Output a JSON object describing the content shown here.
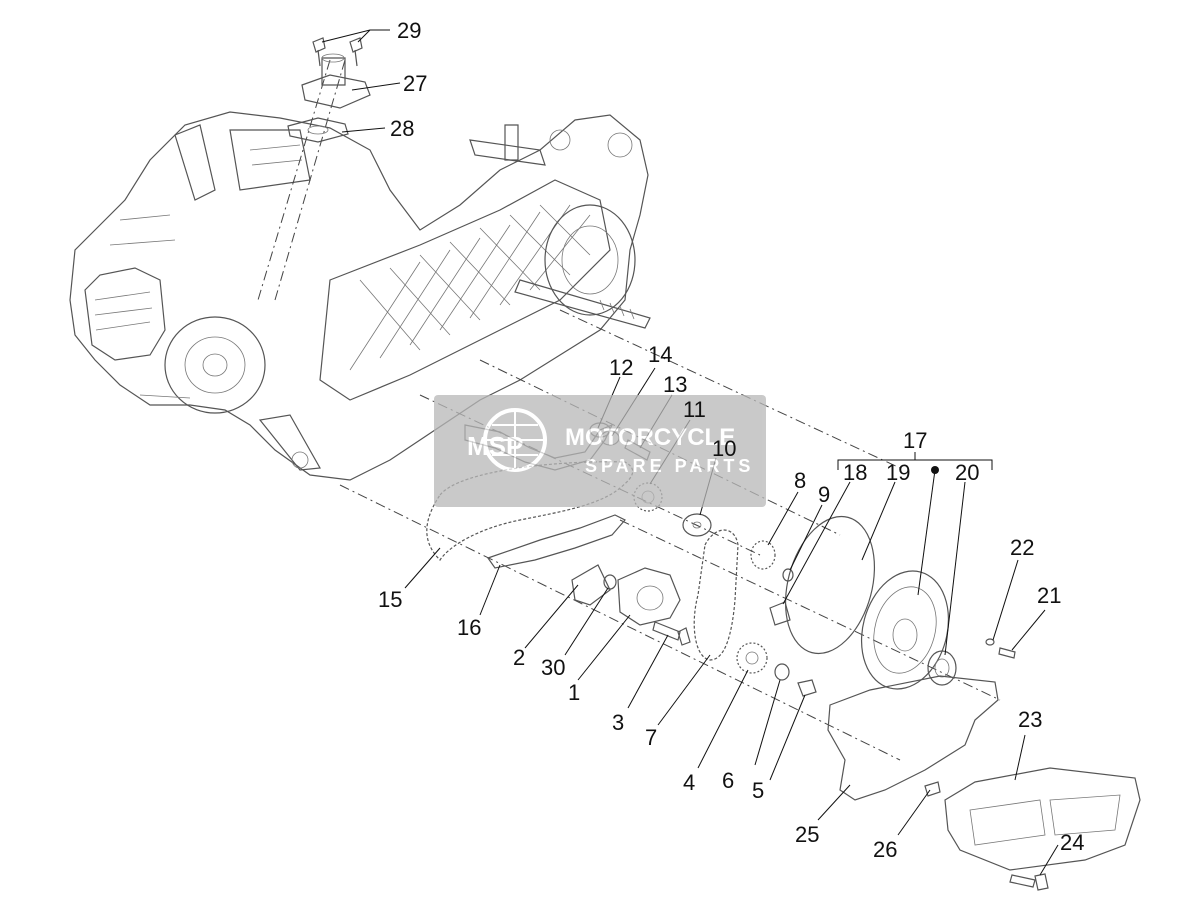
{
  "diagram": {
    "labels": [
      {
        "id": "29",
        "text": "29"
      },
      {
        "id": "27",
        "text": "27"
      },
      {
        "id": "28",
        "text": "28"
      },
      {
        "id": "12",
        "text": "12"
      },
      {
        "id": "14",
        "text": "14"
      },
      {
        "id": "13",
        "text": "13"
      },
      {
        "id": "11",
        "text": "11"
      },
      {
        "id": "10",
        "text": "10"
      },
      {
        "id": "8",
        "text": "8"
      },
      {
        "id": "9",
        "text": "9"
      },
      {
        "id": "17",
        "text": "17"
      },
      {
        "id": "18",
        "text": "18"
      },
      {
        "id": "19",
        "text": "19"
      },
      {
        "id": "20",
        "text": "20"
      },
      {
        "id": "22",
        "text": "22"
      },
      {
        "id": "21",
        "text": "21"
      },
      {
        "id": "15",
        "text": "15"
      },
      {
        "id": "16",
        "text": "16"
      },
      {
        "id": "2",
        "text": "2"
      },
      {
        "id": "30",
        "text": "30"
      },
      {
        "id": "1",
        "text": "1"
      },
      {
        "id": "3",
        "text": "3"
      },
      {
        "id": "7",
        "text": "7"
      },
      {
        "id": "4",
        "text": "4"
      },
      {
        "id": "6",
        "text": "6"
      },
      {
        "id": "5",
        "text": "5"
      },
      {
        "id": "23",
        "text": "23"
      },
      {
        "id": "25",
        "text": "25"
      },
      {
        "id": "26",
        "text": "26"
      },
      {
        "id": "24",
        "text": "24"
      }
    ]
  },
  "watermark": {
    "logo_text": "MSP",
    "line1": "MOTORCYCLE",
    "line2": "SPARE PARTS",
    "accent": "#e8602c"
  }
}
